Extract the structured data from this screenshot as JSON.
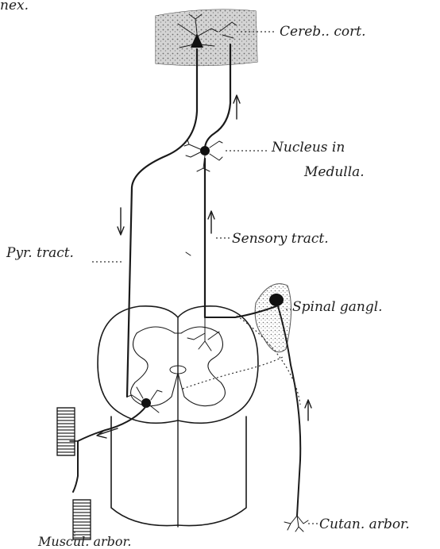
{
  "labels": {
    "top_fragment": "nex.",
    "cereb_cort": "Cereb.. cort.",
    "nucleus_line1": "Nucleus in",
    "nucleus_line2": "Medulla.",
    "sensory_tract": "Sensory tract.",
    "pyr_tract": "Pyr. tract.",
    "spinal_gangl": "Spinal gangl.",
    "cutan_arbor": "Cutan. arbor.",
    "muscul_arbor": "Muscul. arbor."
  },
  "colors": {
    "ink": "#1a1a1a",
    "stipple": "#8a8a8a",
    "background": "#ffffff"
  }
}
